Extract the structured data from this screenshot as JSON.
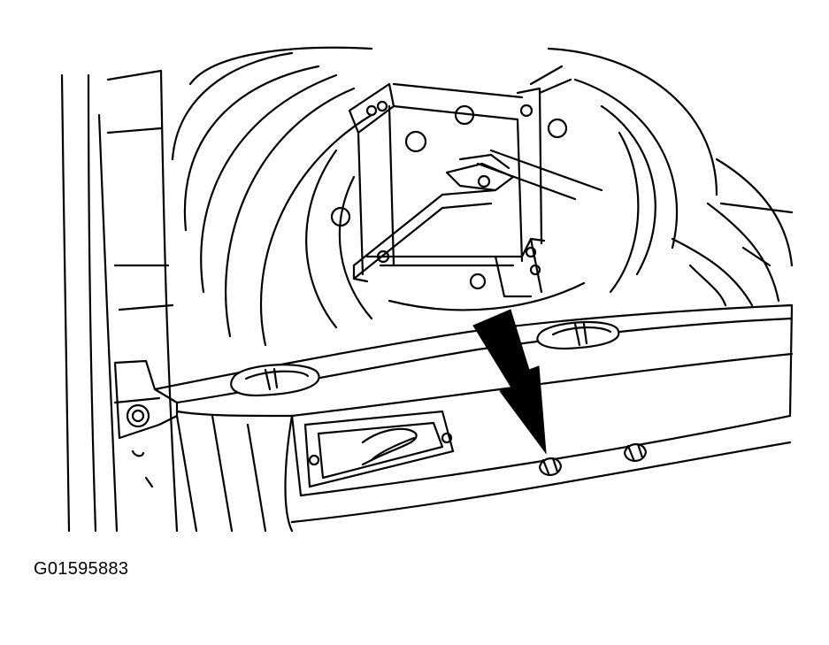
{
  "figure": {
    "id_label": "G01595883",
    "ink_color": "#000000",
    "background_color": "#ffffff"
  },
  "callout": {
    "type": "arrow",
    "direction": "down",
    "style": "solid-black"
  }
}
